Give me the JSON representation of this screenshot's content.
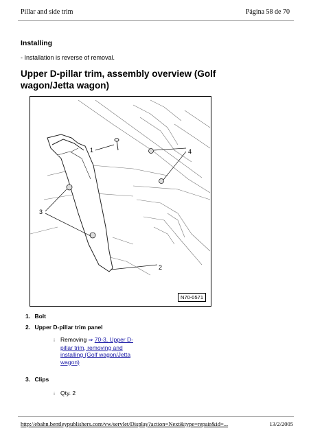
{
  "header": {
    "title": "Pillar and side trim",
    "page": "Página 58 de 70"
  },
  "section": {
    "title": "Installing",
    "text": "- Installation is reverse of removal."
  },
  "heading": "Upper D-pillar trim, assembly overview (Golf wagon/Jetta wagon)",
  "figure": {
    "code": "N70-0571",
    "callouts": [
      "1",
      "2",
      "3",
      "4"
    ]
  },
  "items": [
    {
      "num": "1.",
      "label": "Bolt"
    },
    {
      "num": "2.",
      "label": "Upper D-pillar trim panel",
      "sub": {
        "bullet": "¡",
        "prefix": "Removing",
        "arrow": "⇒",
        "link_lines": [
          "70-3, Upper D-",
          "pillar trim, removing and",
          "installing (Golf wagon/Jetta",
          "wagon)"
        ]
      }
    },
    {
      "num": "3.",
      "label": "Clips",
      "sub": {
        "bullet": "¡",
        "text": "Qty. 2"
      }
    }
  ],
  "footer": {
    "url": "http://ebahn.bentleypublishers.com/vw/servlet/Display?action=Next&type=repair&id=...",
    "date": "13/2/2005"
  }
}
